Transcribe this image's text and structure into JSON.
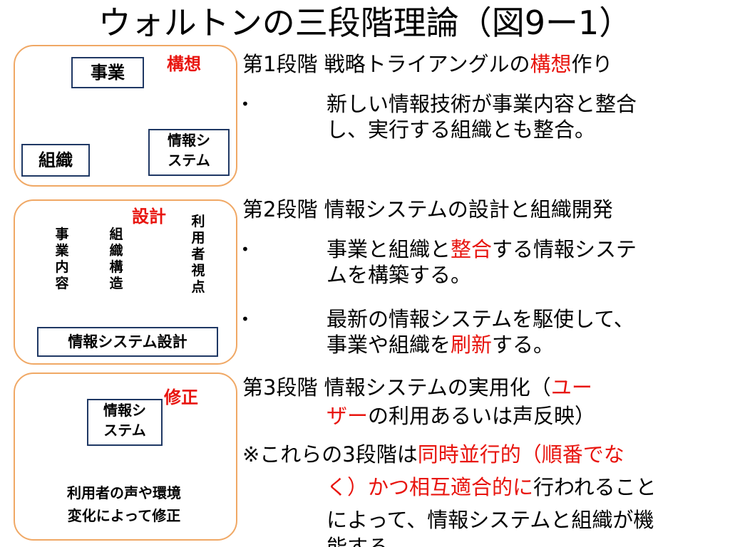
{
  "title": "ウォルトンの三段階理論（図9ー1）",
  "colors": {
    "accent_red": "#e8140e",
    "panel_border": "#f0a865",
    "arrow_blue": "#4f81bd",
    "box_border": "#1f3864"
  },
  "panel1": {
    "label": "構想",
    "business": "事業",
    "organization": "組織",
    "infosys_line1": "情報シ",
    "infosys_line2": "ステム"
  },
  "panel2": {
    "label": "設計",
    "arrow1": [
      "事",
      "業",
      "内",
      "容"
    ],
    "arrow2": [
      "組",
      "織",
      "構",
      "造"
    ],
    "arrow3": [
      "利",
      "用",
      "者",
      "視",
      "点"
    ],
    "base": "情報システム設計"
  },
  "panel3": {
    "label": "修正",
    "infosys_line1": "情報シ",
    "infosys_line2": "ステム",
    "caption_line1": "利用者の声や環境",
    "caption_line2": "変化によって修正"
  },
  "stage1": {
    "heading_a": "第1段階 戦略トライアングルの",
    "heading_red": "構想",
    "heading_b": "作り",
    "bullet_line1": "新しい情報技術が事業内容と整合",
    "bullet_line2": "し、実行する組織とも整合。"
  },
  "stage2": {
    "heading": "第2段階 情報システムの設計と組織開発",
    "b1_a": "事業と組織と",
    "b1_red": "整合",
    "b1_b": "する情報システ",
    "b1_line2": "ムを構築する。",
    "b2_line1": "最新の情報システムを駆使して、",
    "b2_a": "事業や組織を",
    "b2_red": "刷新",
    "b2_b": "する。"
  },
  "stage3": {
    "heading_a": "第3段階 情報システムの実用化（",
    "heading_red": "ユー",
    "line2_red": "ザー",
    "line2_b": "の利用あるいは声反映）"
  },
  "note": {
    "a": "※これらの3段階は",
    "red1": "同時並行的（順番でな",
    "red2": "く）かつ相互適合的に",
    "b": "行われること",
    "line3": "によって、情報システムと組織が機",
    "line4": "能する。"
  },
  "bullet_symbol": "•"
}
